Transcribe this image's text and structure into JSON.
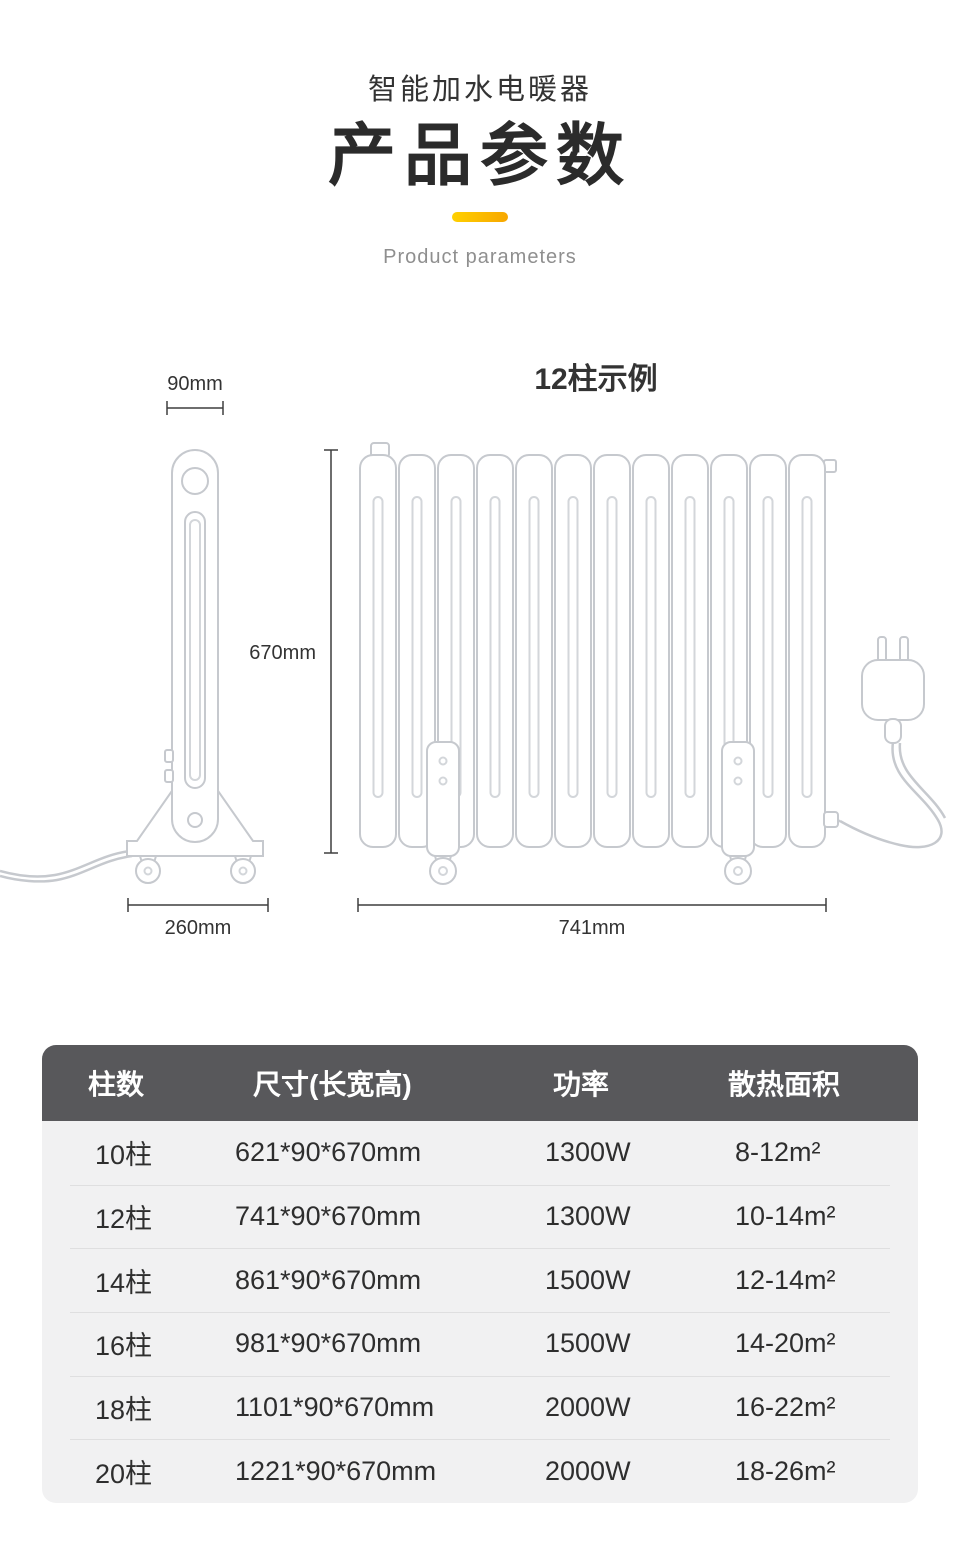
{
  "header": {
    "subtitle": "智能加水电暖器",
    "title": "产品参数",
    "subtitle_en": "Product parameters"
  },
  "diagram": {
    "front_title": "12柱示例",
    "dims": {
      "top_width": "90mm",
      "height": "670mm",
      "base_depth": "260mm",
      "front_width": "741mm"
    }
  },
  "table": {
    "headers": [
      "柱数",
      "尺寸(长宽高)",
      "功率",
      "散热面积"
    ],
    "rows": [
      {
        "columns": "10柱",
        "size": "621*90*670mm",
        "power": "1300W",
        "area": "8-12m²"
      },
      {
        "columns": "12柱",
        "size": "741*90*670mm",
        "power": "1300W",
        "area": "10-14m²"
      },
      {
        "columns": "14柱",
        "size": "861*90*670mm",
        "power": "1500W",
        "area": "12-14m²"
      },
      {
        "columns": "16柱",
        "size": "981*90*670mm",
        "power": "1500W",
        "area": "14-20m²"
      },
      {
        "columns": "18柱",
        "size": "1101*90*670mm",
        "power": "2000W",
        "area": "16-22m²"
      },
      {
        "columns": "20柱",
        "size": "1221*90*670mm",
        "power": "2000W",
        "area": "18-26m²"
      }
    ]
  },
  "colors": {
    "accent_gradient_start": "#ffd100",
    "accent_gradient_end": "#f7a600",
    "table_header_bg": "#58585b",
    "table_bg": "#f1f1f2",
    "text_dark": "#333333"
  }
}
